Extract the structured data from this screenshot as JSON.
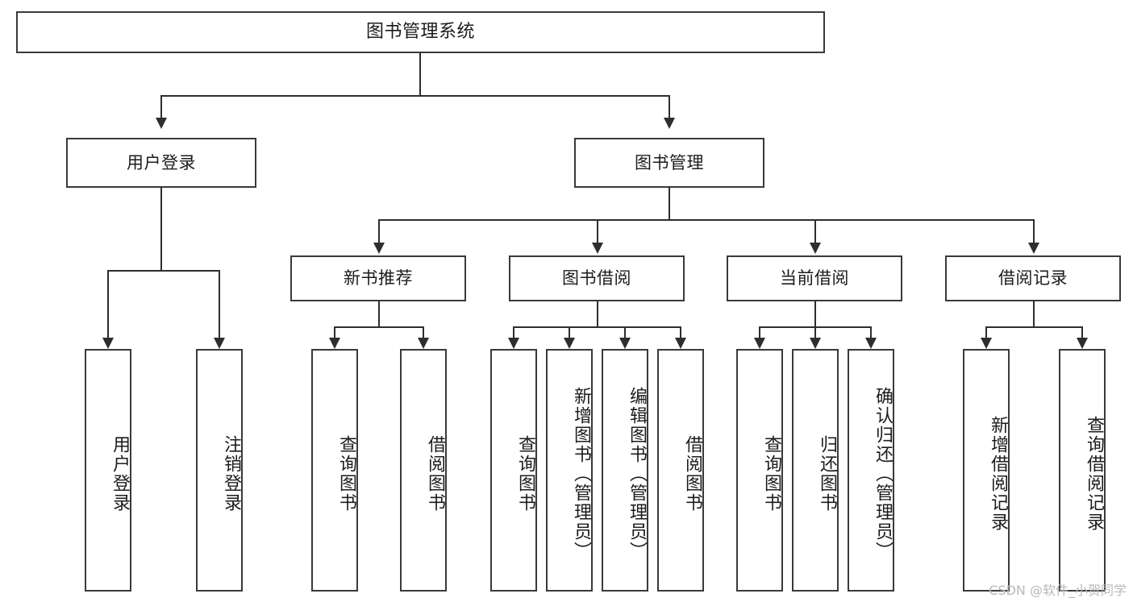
{
  "diagram": {
    "title": "图书管理系统",
    "type": "tree-hierarchy-chart",
    "root": {
      "label": "图书管理系统"
    },
    "level1": [
      {
        "label": "用户登录"
      },
      {
        "label": "图书管理"
      }
    ],
    "level2": [
      {
        "label": "新书推荐"
      },
      {
        "label": "图书借阅"
      },
      {
        "label": "当前借阅"
      },
      {
        "label": "借阅记录"
      }
    ],
    "leaves": {
      "user_login": [
        {
          "label": "用户登录"
        },
        {
          "label": "注销登录"
        }
      ],
      "new_book_recommend": [
        {
          "label": "查询图书"
        },
        {
          "label": "借阅图书"
        }
      ],
      "book_borrow": [
        {
          "label": "查询图书"
        },
        {
          "label": "新增图书（管理员）"
        },
        {
          "label": "编辑图书（管理员）"
        },
        {
          "label": "借阅图书"
        }
      ],
      "current_borrow": [
        {
          "label": "查询图书"
        },
        {
          "label": "归还图书"
        },
        {
          "label": "确认归还（管理员）"
        }
      ],
      "borrow_record": [
        {
          "label": "新增借阅记录"
        },
        {
          "label": "查询借阅记录"
        }
      ]
    }
  },
  "watermark": {
    "text": "CSDN @软件_小贺同学"
  },
  "colors": {
    "border": "#3a3a3a",
    "edge": "#2e2e2e",
    "text": "#1c1c1c",
    "background": "#ffffff",
    "watermark": "#b9b9b9"
  }
}
